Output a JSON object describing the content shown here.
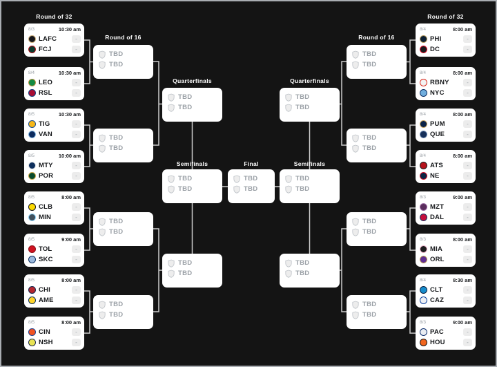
{
  "titles": {
    "r32_left": "Round of 32",
    "r16_left": "Round of 16",
    "qf_left": "Quarterfinals",
    "sf_left": "Semifinals",
    "final": "Final",
    "sf_right": "Semifinals",
    "qf_right": "Quarterfinals",
    "r16_right": "Round of 16",
    "r32_right": "Round of 32"
  },
  "placeholder": {
    "team": "TBD",
    "score": "-"
  },
  "colors": {
    "background": "#141414",
    "card": "#ffffff",
    "connector": "#cccccc",
    "muted_text": "#9aa0a6",
    "title_text": "#ffffff"
  },
  "left_r32": [
    {
      "date": "8/3",
      "time": "10:30 am",
      "home": {
        "abbr": "LAFC",
        "color": "#16161a",
        "ring": "#c8aa76"
      },
      "away": {
        "abbr": "FCJ",
        "color": "#0d3a2d",
        "ring": "#b0151f"
      },
      "home_score": "-",
      "away_score": "-"
    },
    {
      "date": "8/4",
      "time": "10:30 am",
      "home": {
        "abbr": "LEO",
        "color": "#128a43",
        "ring": "#b79044"
      },
      "away": {
        "abbr": "RSL",
        "color": "#a80c33",
        "ring": "#123b7c"
      },
      "home_score": "-",
      "away_score": "-"
    },
    {
      "date": "8/5",
      "time": "10:30 am",
      "home": {
        "abbr": "TIG",
        "color": "#f7b718",
        "ring": "#144a8f"
      },
      "away": {
        "abbr": "VAN",
        "color": "#0c2b5e",
        "ring": "#7fb3e0"
      },
      "home_score": "-",
      "away_score": "-"
    },
    {
      "date": "8/5",
      "time": "10:00 am",
      "home": {
        "abbr": "MTY",
        "color": "#0d2e5c",
        "ring": "#d9dde3"
      },
      "away": {
        "abbr": "POR",
        "color": "#0a4a2c",
        "ring": "#c9a443"
      },
      "home_score": "-",
      "away_score": "-"
    },
    {
      "date": "8/5",
      "time": "8:00 am",
      "home": {
        "abbr": "CLB",
        "color": "#fcd900",
        "ring": "#121212"
      },
      "away": {
        "abbr": "MIN",
        "color": "#404f5c",
        "ring": "#8bd0f5"
      },
      "home_score": "-",
      "away_score": "-"
    },
    {
      "date": "8/5",
      "time": "9:00 am",
      "home": {
        "abbr": "TOL",
        "color": "#cf1320",
        "ring": "#8c0d15"
      },
      "away": {
        "abbr": "SKC",
        "color": "#9ab8dc",
        "ring": "#0b2e5e"
      },
      "home_score": "-",
      "away_score": "-"
    },
    {
      "date": "8/5",
      "time": "8:00 am",
      "home": {
        "abbr": "CHI",
        "color": "#b5272f",
        "ring": "#11254c"
      },
      "away": {
        "abbr": "AME",
        "color": "#ffd42a",
        "ring": "#0a2f5c"
      },
      "home_score": "-",
      "away_score": "-"
    },
    {
      "date": "8/5",
      "time": "8:00 am",
      "home": {
        "abbr": "CIN",
        "color": "#f05323",
        "ring": "#1c3e8f"
      },
      "away": {
        "abbr": "NSH",
        "color": "#e8e354",
        "ring": "#1c2a4a"
      },
      "home_score": "-",
      "away_score": "-"
    }
  ],
  "right_r32": [
    {
      "date": "8/4",
      "time": "8:00 am",
      "home": {
        "abbr": "PHI",
        "color": "#0c1f33",
        "ring": "#b49a5e"
      },
      "away": {
        "abbr": "DC",
        "color": "#1a1a1c",
        "ring": "#e0152d"
      },
      "home_score": "-",
      "away_score": "-"
    },
    {
      "date": "8/4",
      "time": "8:00 am",
      "home": {
        "abbr": "RBNY",
        "color": "#f2f2f2",
        "ring": "#da291c"
      },
      "away": {
        "abbr": "NYC",
        "color": "#70aede",
        "ring": "#0b2d62"
      },
      "home_score": "-",
      "away_score": "-"
    },
    {
      "date": "8/4",
      "time": "8:00 am",
      "home": {
        "abbr": "PUM",
        "color": "#0c2448",
        "ring": "#c6a35f"
      },
      "away": {
        "abbr": "QUE",
        "color": "#16305a",
        "ring": "#6b87ad"
      },
      "home_score": "-",
      "away_score": "-"
    },
    {
      "date": "8/4",
      "time": "8:00 am",
      "home": {
        "abbr": "ATS",
        "color": "#b5121c",
        "ring": "#1a1a1a"
      },
      "away": {
        "abbr": "NE",
        "color": "#0c2444",
        "ring": "#cf1028"
      },
      "home_score": "-",
      "away_score": "-"
    },
    {
      "date": "8/3",
      "time": "9:00 am",
      "home": {
        "abbr": "MZT",
        "color": "#5a2d5c",
        "ring": "#9b6aa3"
      },
      "away": {
        "abbr": "DAL",
        "color": "#c40d3c",
        "ring": "#12315e"
      },
      "home_score": "-",
      "away_score": "-"
    },
    {
      "date": "8/3",
      "time": "8:00 am",
      "home": {
        "abbr": "MIA",
        "color": "#1c1c1e",
        "ring": "#f2b6ce"
      },
      "away": {
        "abbr": "ORL",
        "color": "#5f2d91",
        "ring": "#b6975a"
      },
      "home_score": "-",
      "away_score": "-"
    },
    {
      "date": "8/4",
      "time": "8:30 am",
      "home": {
        "abbr": "CLT",
        "color": "#168ccc",
        "ring": "#0b2040"
      },
      "away": {
        "abbr": "CAZ",
        "color": "#eef0f4",
        "ring": "#0a3f9e"
      },
      "home_score": "-",
      "away_score": "-"
    },
    {
      "date": "8/3",
      "time": "9:00 am",
      "home": {
        "abbr": "PAC",
        "color": "#e9edf2",
        "ring": "#0c2e6e"
      },
      "away": {
        "abbr": "HOU",
        "color": "#f1661f",
        "ring": "#141414"
      },
      "home_score": "-",
      "away_score": "-"
    }
  ]
}
